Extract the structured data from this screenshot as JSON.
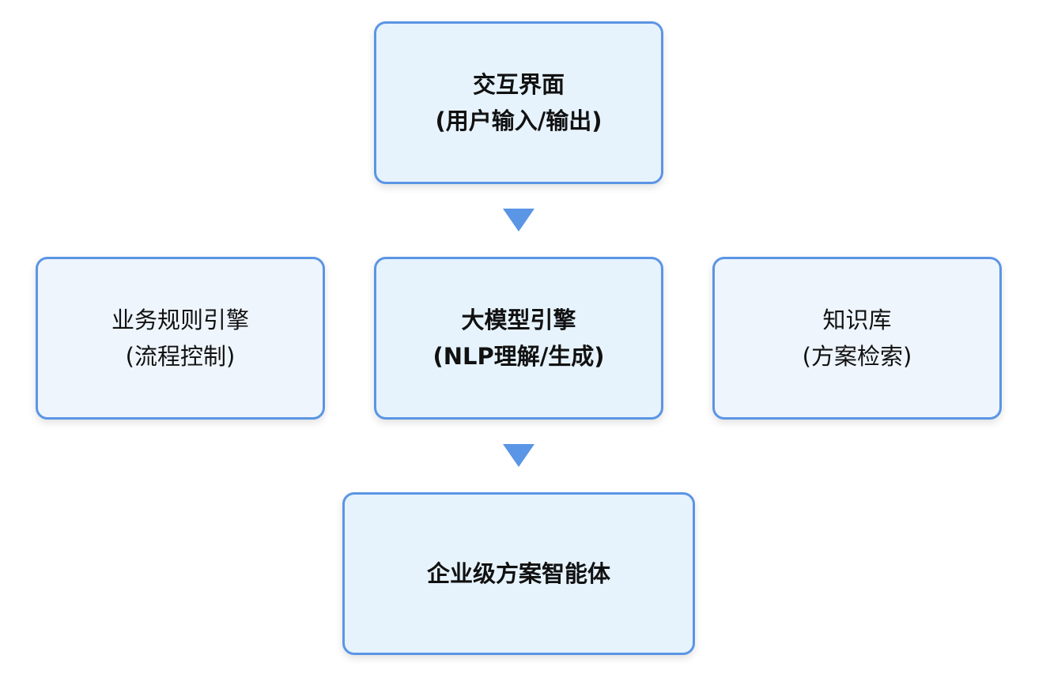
{
  "nodes": {
    "ui": {
      "line1": "交互界面",
      "line2": "(用户输入/输出)"
    },
    "rules": {
      "line1": "业务规则引擎",
      "line2": "(流程控制)"
    },
    "llm": {
      "line1": "大模型引擎",
      "line2": "(NLP理解/生成)"
    },
    "kb": {
      "line1": "知识库",
      "line2": "(方案检索)"
    },
    "agent": {
      "line1": "企业级方案智能体"
    }
  },
  "colors": {
    "border": "#5b95e5",
    "primary_fill": "#e6f3fd",
    "secondary_fill": "#eef5fd",
    "arrow": "#5b95e5"
  }
}
